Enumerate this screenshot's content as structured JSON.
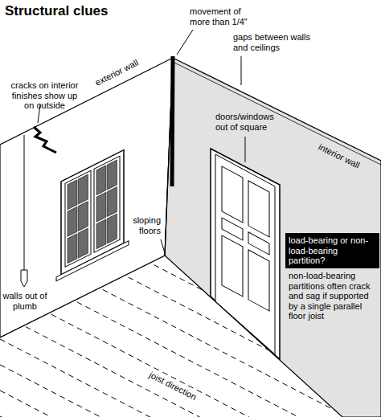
{
  "diagram": {
    "title": "Structural clues",
    "nodes": [
      {
        "text": [
          "load-bearing or non-load-bearing partition?",
          "non-load-bearing partitions often crack and sag if supported by a single parallel floor joist"
        ]
      }
    ],
    "labels": [
      "cracks on interior finishes show up on outside",
      "exterior wall",
      "movement of more than 1/4\"",
      "gaps between walls and ceilings",
      "doors/windows out of square",
      "interior wall",
      "sloping floors",
      "walls out of plumb",
      "joist direction"
    ]
  }
}
